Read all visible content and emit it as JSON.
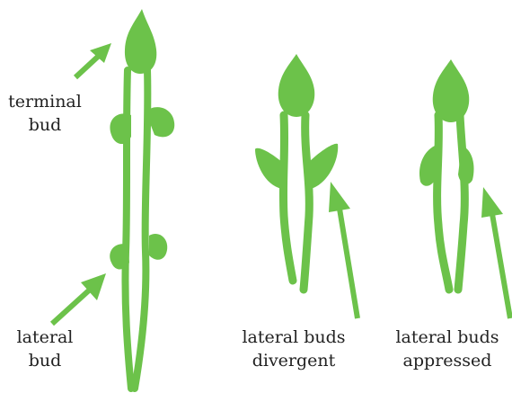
{
  "labels": {
    "terminal_bud": [
      "terminal",
      "bud"
    ],
    "lateral_bud": [
      "lateral",
      "bud"
    ],
    "divergent": [
      "lateral buds",
      "divergent"
    ],
    "appressed": [
      "lateral buds",
      "appressed"
    ]
  },
  "colors": {
    "plant_green": "#6cc24a",
    "text": "#222222",
    "background": "#ffffff"
  }
}
